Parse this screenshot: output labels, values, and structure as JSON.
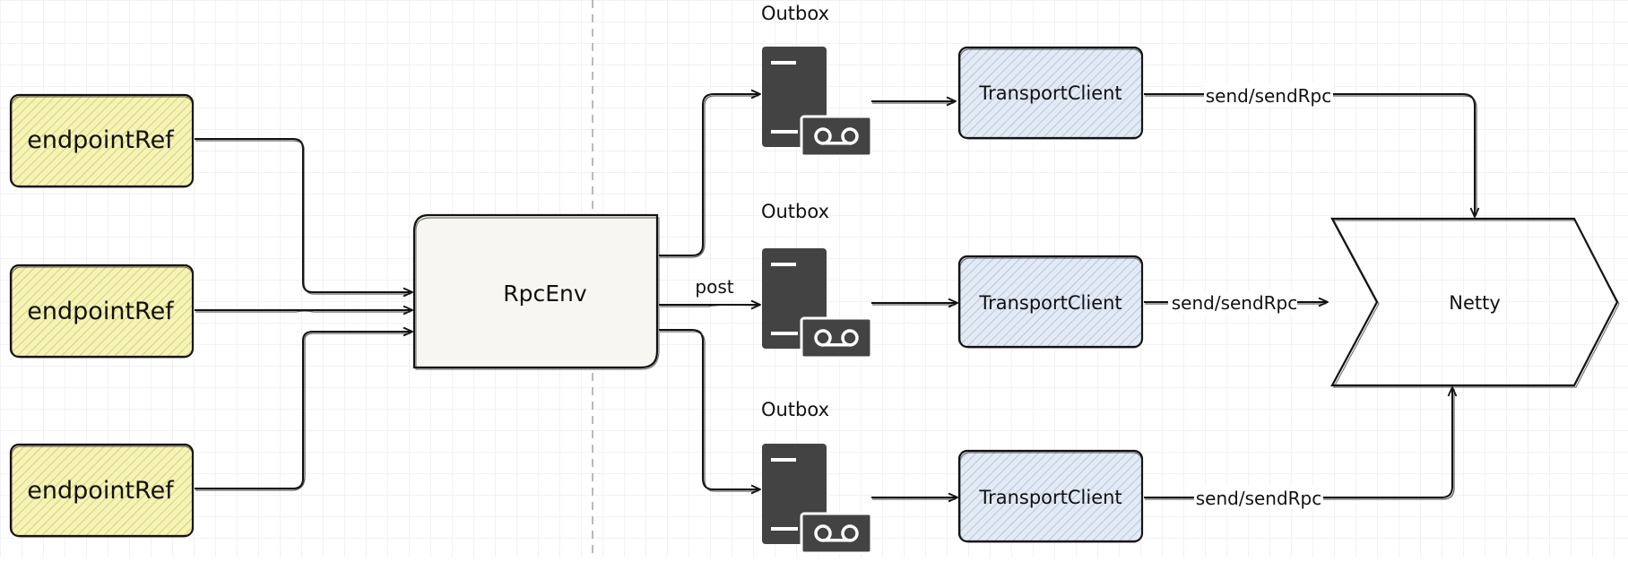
{
  "nodes": {
    "endpoint_refs": [
      "endpointRef",
      "endpointRef",
      "endpointRef"
    ],
    "rpc_env": "RpcEnv",
    "outboxes": [
      "Outbox",
      "Outbox",
      "Outbox"
    ],
    "transport_clients": [
      "TransportClient",
      "TransportClient",
      "TransportClient"
    ],
    "netty": "Netty"
  },
  "edges": {
    "post": "post",
    "send_labels": [
      "send/sendRpc",
      "send/sendRpc",
      "send/sendRpc"
    ]
  },
  "colors": {
    "endpoint_fill": "#f3f1a8",
    "endpoint_hatch": "#d7d26a",
    "rpc_env_fill": "#f7f6f1",
    "transport_fill": "#dde7f3",
    "transport_hatch": "#a9bedb",
    "server_icon": "#434343",
    "grid": "#e4e4e4",
    "divider": "#a8a8a8"
  }
}
